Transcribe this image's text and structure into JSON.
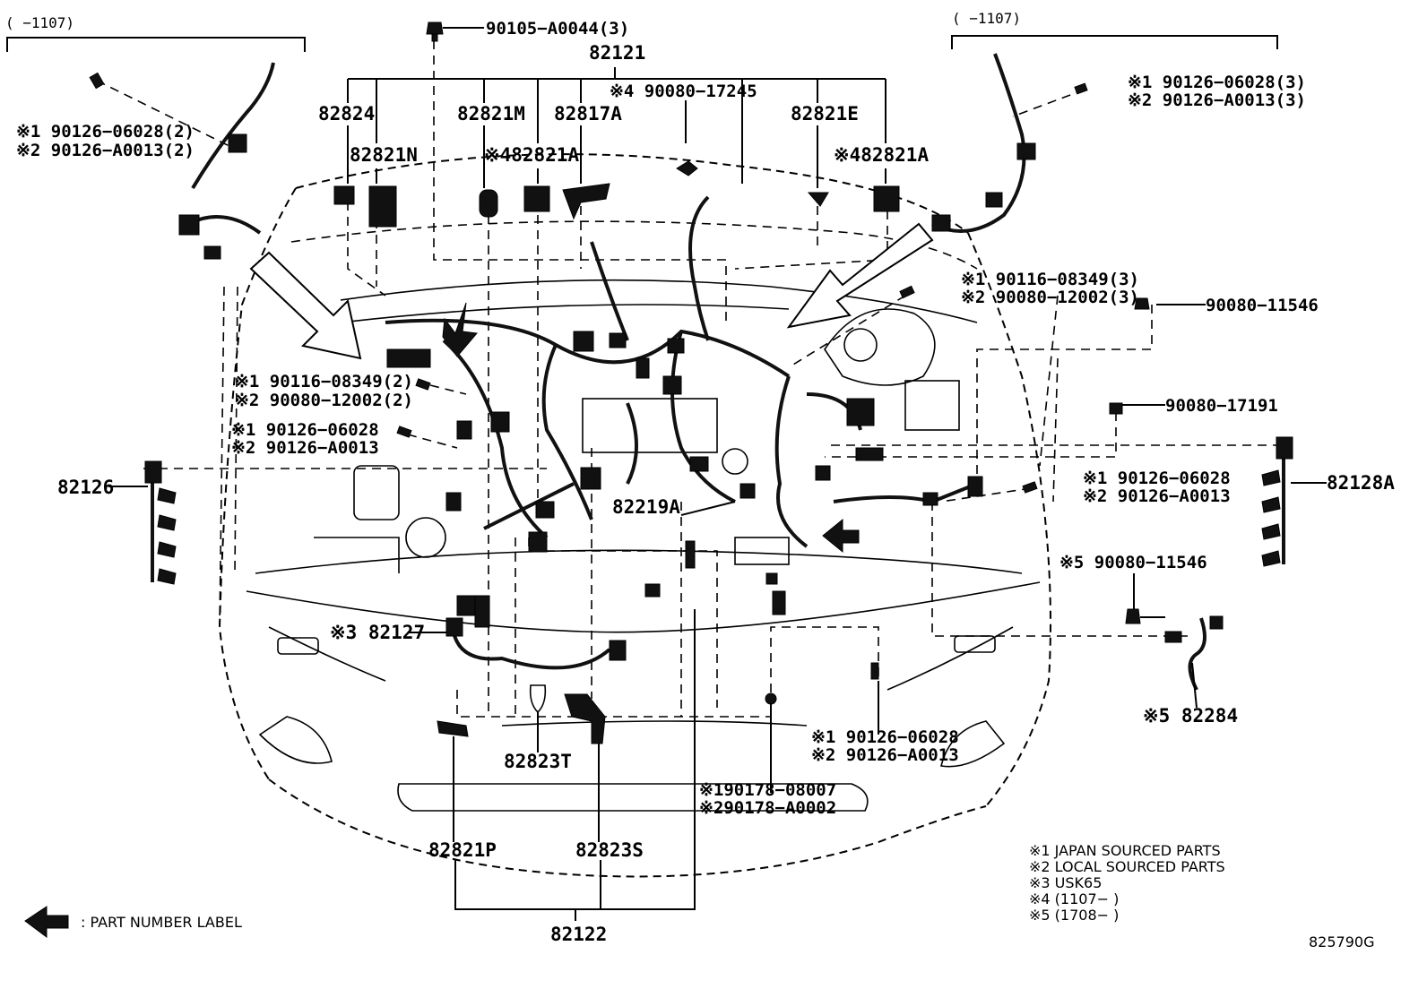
{
  "range_left": "(      −1107)",
  "range_right": "(      −1107)",
  "diagram_id": "825790G",
  "legend_arrow_label": ":  PART NUMBER LABEL",
  "footnotes": [
    "※1  JAPAN SOURCED PARTS",
    "※2  LOCAL SOURCED PARTS",
    "※3  USK65",
    "※4  (1107−        )",
    "※5  (1708−        )"
  ],
  "parts": {
    "p82121": "82121",
    "p90105": "90105−A0044(3)",
    "p82824": "82824",
    "p82821M": "82821M",
    "p82817A": "82817A",
    "p82821E": "82821E",
    "p90080_17245": "※4 90080−17245",
    "p82821N": "82821N",
    "p82821A_1": "※482821A",
    "p82821A_2": "※482821A",
    "left_top_1": "※1 90126−06028(2)",
    "left_top_2": "※2 90126−A0013(2)",
    "right_top_1": "※1 90126−06028(3)",
    "right_top_2": "※2 90126−A0013(3)",
    "right_mid_1": "※1 90116−08349(3)",
    "right_mid_2": "※2 90080−12002(3)",
    "p90080_11546": "90080−11546",
    "p90080_17191": "90080−17191",
    "left_mid_1": "※1 90116−08349(2)",
    "left_mid_2": "※2 90080−12002(2)",
    "left_low_1": "※1 90126−06028",
    "left_low_2": "※2 90126−A0013",
    "p82126": "82126",
    "p82128A": "82128A",
    "right_low_1": "※1 90126−06028",
    "right_low_2": "※2 90126−A0013",
    "p82219A": "82219A",
    "p90080_11546_5": "※5 90080−11546",
    "p82127": "※3 82127",
    "p82284": "※5 82284",
    "p82823T": "82823T",
    "bottom_mid_1": "※1 90126−06028",
    "bottom_mid_2": "※2 90126−A0013",
    "bottom_low_1": "※190178−08007",
    "bottom_low_2": "※290178−A0002",
    "p82821P": "82821P",
    "p82823S": "82823S",
    "p82122": "82122"
  }
}
